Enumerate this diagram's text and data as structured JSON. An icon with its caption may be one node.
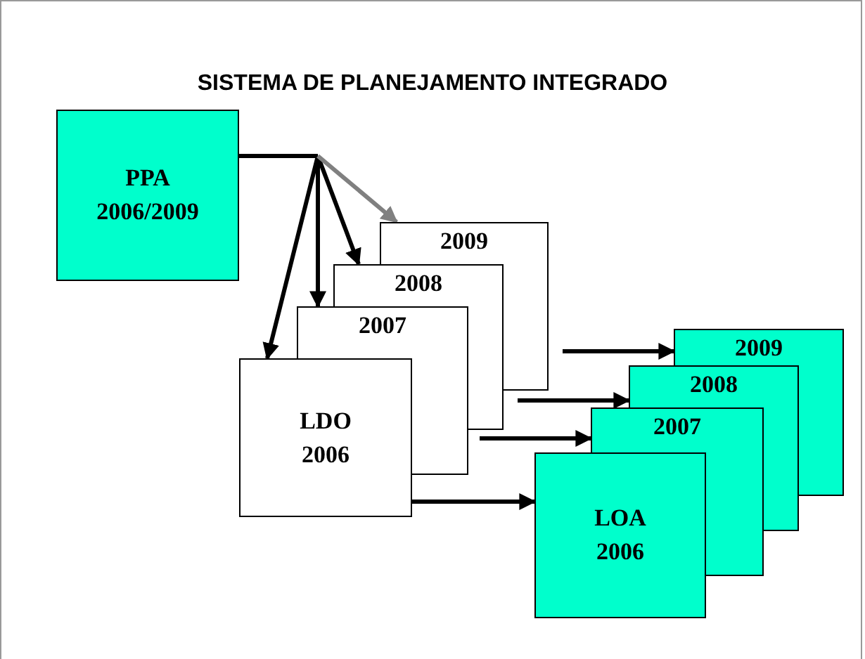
{
  "diagram": {
    "title": "SISTEMA DE PLANEJAMENTO INTEGRADO",
    "nodes": [
      {
        "text": [
          "PPA 2006/2009"
        ]
      },
      {
        "text": [
          "2009"
        ]
      },
      {
        "text": [
          "2008"
        ]
      },
      {
        "text": [
          "2007"
        ]
      },
      {
        "text": [
          "LDO 2006"
        ]
      },
      {
        "text": [
          "2009"
        ]
      },
      {
        "text": [
          "2008"
        ]
      },
      {
        "text": [
          "2007"
        ]
      },
      {
        "text": [
          "LOA 2006"
        ]
      }
    ],
    "edges": [
      {
        "from": 0,
        "to": 4,
        "arrow": "to"
      },
      {
        "from": 0,
        "to": 3,
        "arrow": "to"
      },
      {
        "from": 0,
        "to": 2,
        "arrow": "to"
      },
      {
        "from": 0,
        "to": 1,
        "arrow": "to",
        "color": "#808080"
      },
      {
        "from": null,
        "to": 5,
        "arrow": "to"
      },
      {
        "from": null,
        "to": 6,
        "arrow": "to"
      },
      {
        "from": null,
        "to": 7,
        "arrow": "to"
      },
      {
        "from": 4,
        "to": 8,
        "arrow": "to"
      }
    ]
  }
}
